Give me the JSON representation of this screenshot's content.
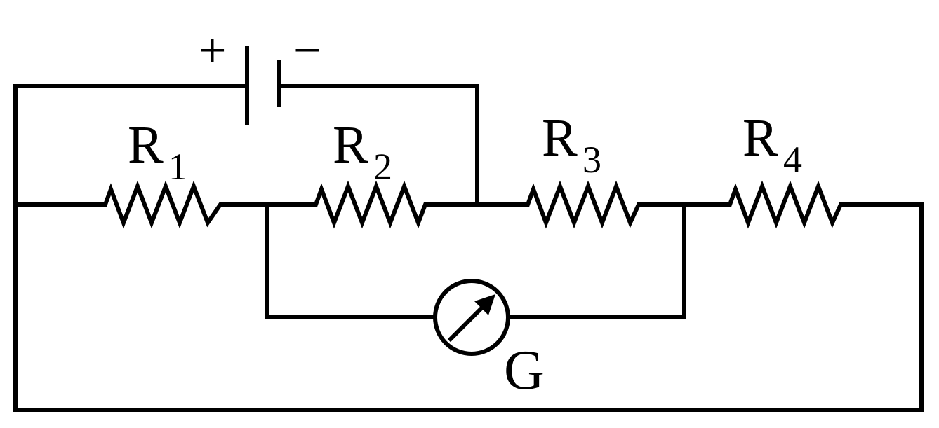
{
  "battery": {
    "plus": "+",
    "minus": "−"
  },
  "resistors": [
    {
      "letter": "R",
      "sub": "1"
    },
    {
      "letter": "R",
      "sub": "2"
    },
    {
      "letter": "R",
      "sub": "3"
    },
    {
      "letter": "R",
      "sub": "4"
    }
  ],
  "galvanometer": {
    "label": "G"
  }
}
